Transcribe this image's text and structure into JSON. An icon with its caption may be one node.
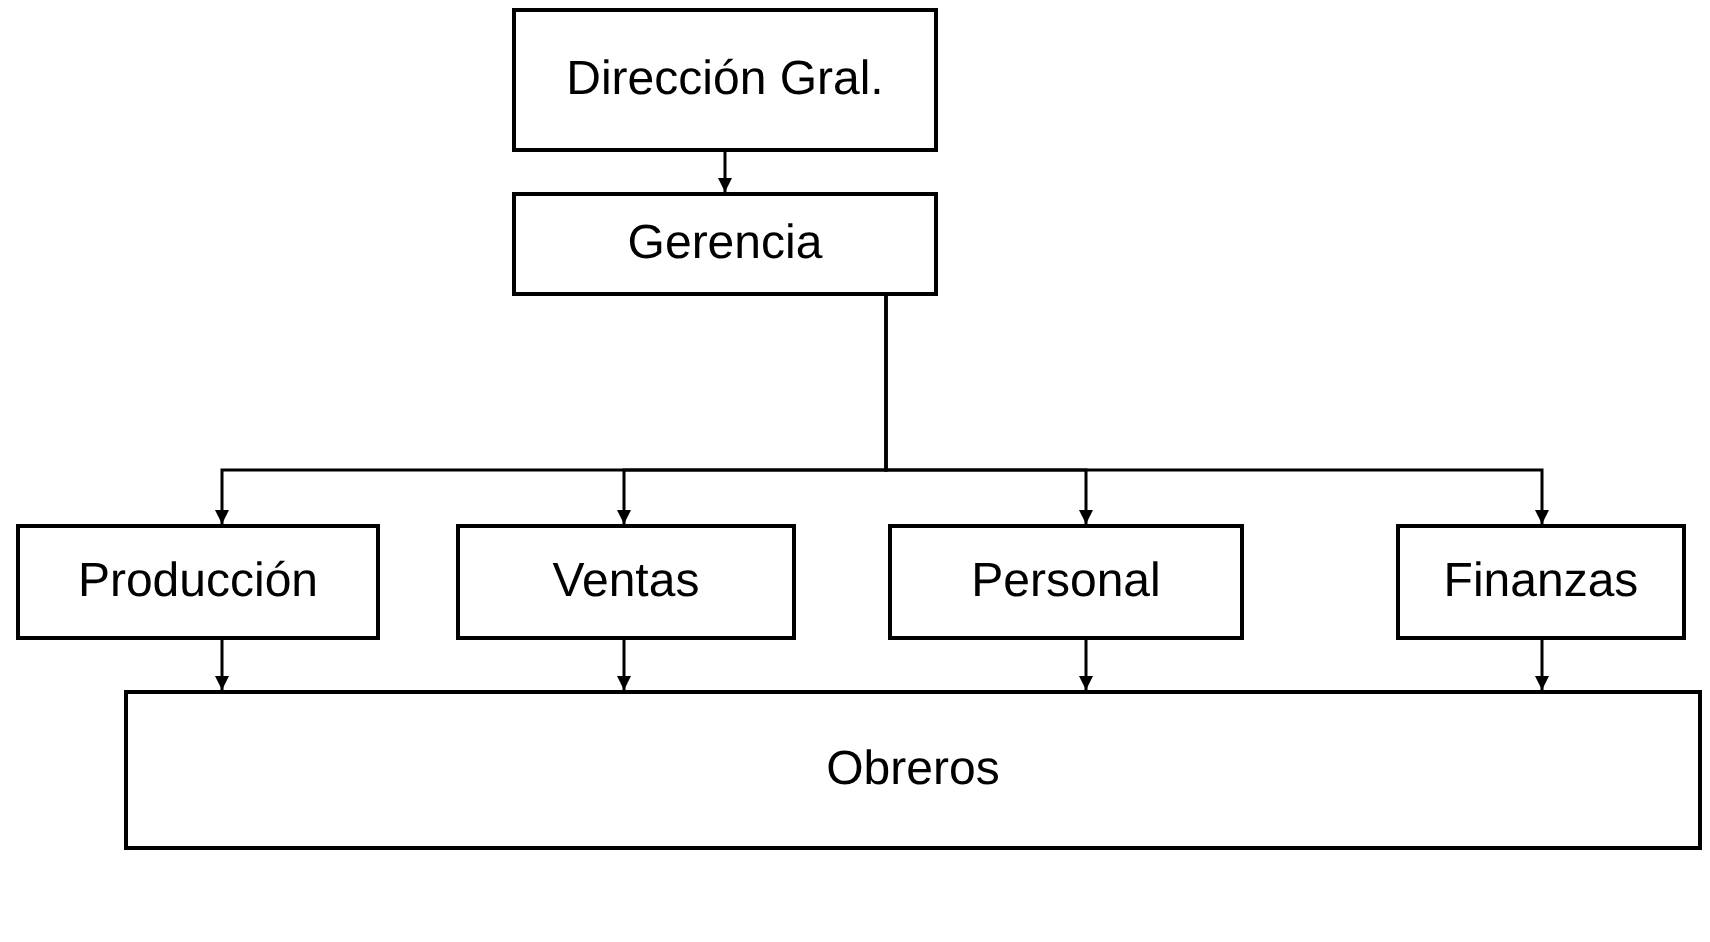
{
  "diagram": {
    "nodes": [
      {
        "text": [
          "Dirección Gral."
        ]
      },
      {
        "text": [
          "Gerencia"
        ]
      },
      {
        "text": [
          "Producción"
        ]
      },
      {
        "text": [
          "Ventas"
        ]
      },
      {
        "text": [
          "Personal"
        ]
      },
      {
        "text": [
          "Finanzas"
        ]
      },
      {
        "text": [
          "Obreros"
        ]
      }
    ],
    "edges": [
      {
        "from": 0,
        "to": 1,
        "arrow": "to"
      },
      {
        "from": 1,
        "to": 2,
        "arrow": "to"
      },
      {
        "from": 1,
        "to": 3,
        "arrow": "to"
      },
      {
        "from": 1,
        "to": 4,
        "arrow": "to"
      },
      {
        "from": 1,
        "to": 5,
        "arrow": "to"
      },
      {
        "from": 2,
        "to": 6,
        "arrow": "to"
      },
      {
        "from": 3,
        "to": 6,
        "arrow": "to"
      },
      {
        "from": 4,
        "to": 6,
        "arrow": "to"
      },
      {
        "from": 5,
        "to": 6,
        "arrow": "to"
      }
    ]
  }
}
